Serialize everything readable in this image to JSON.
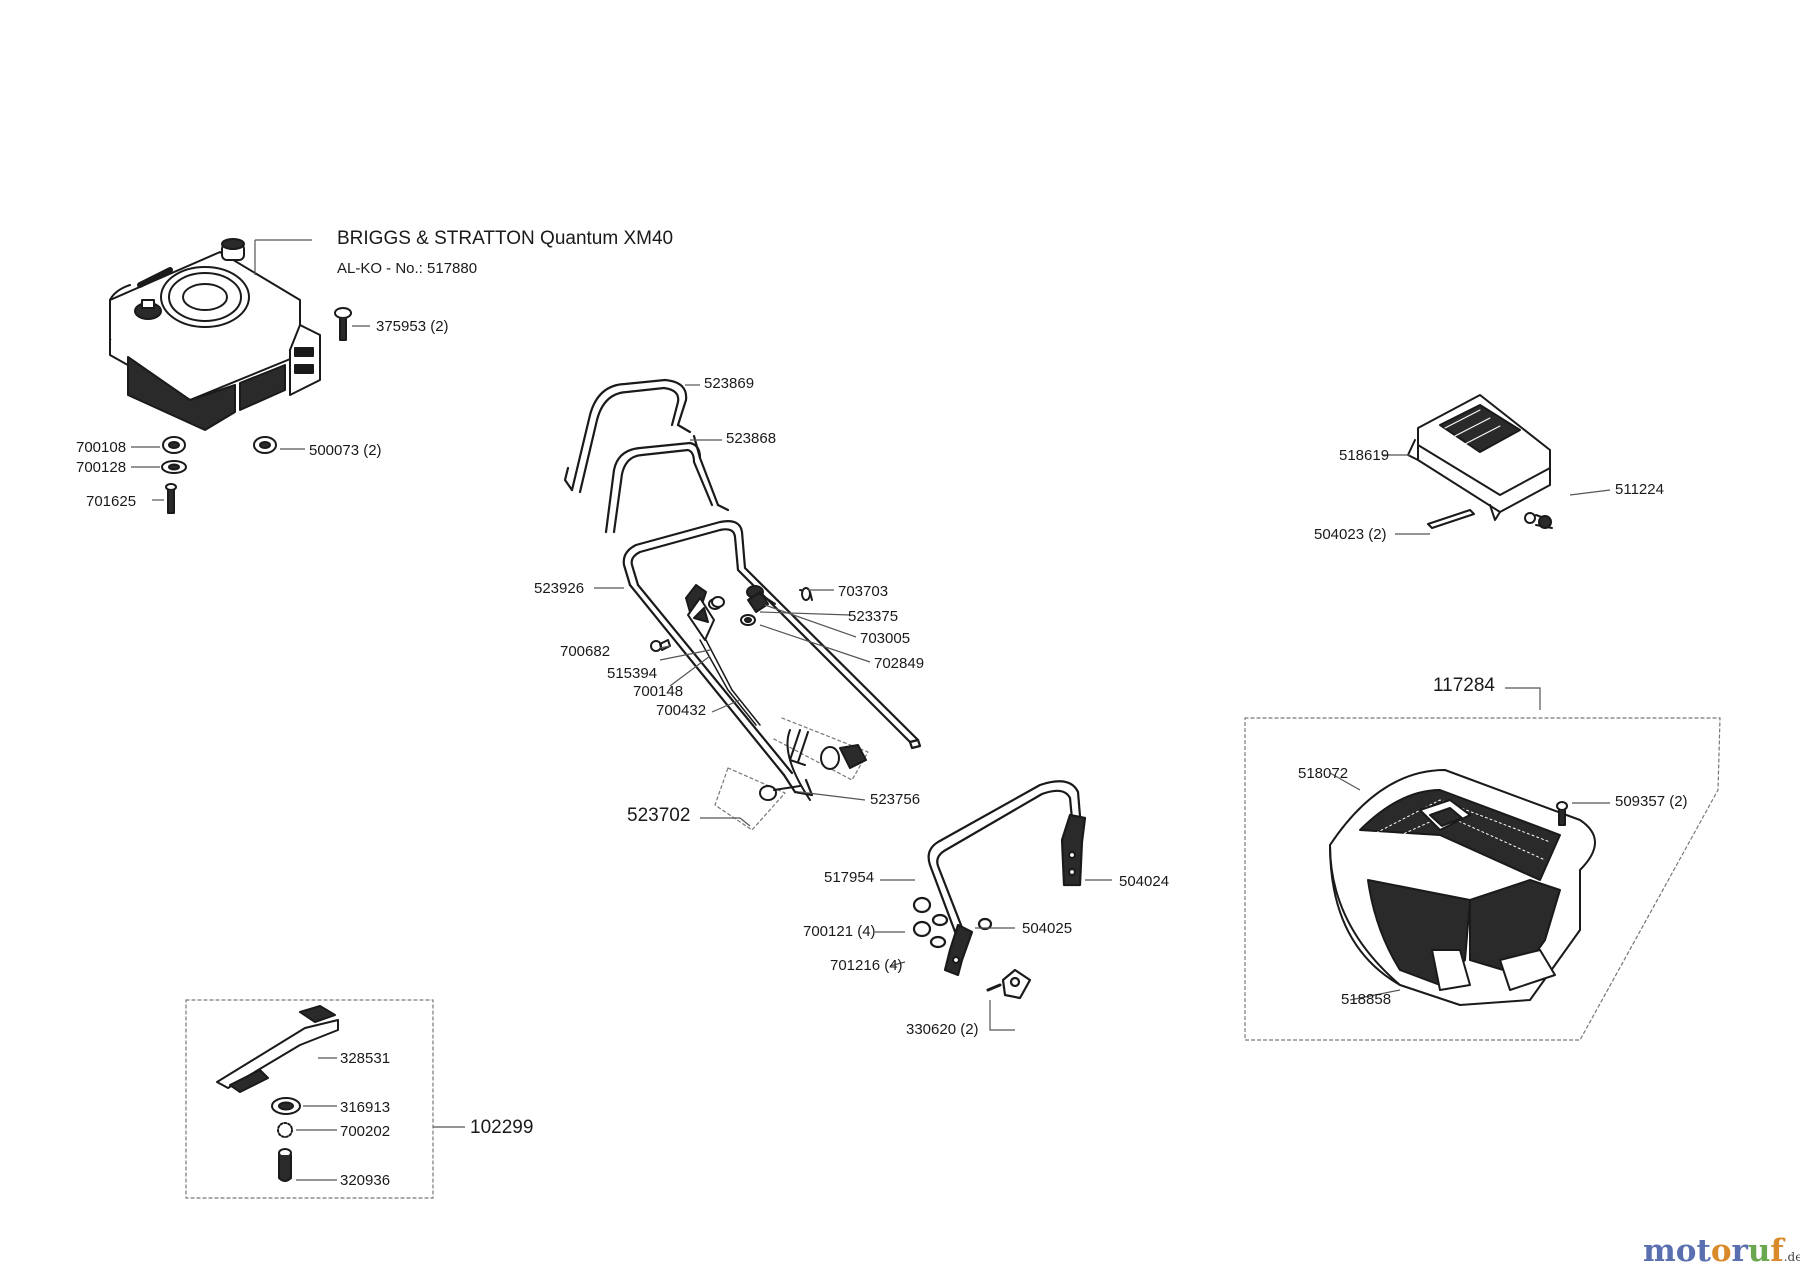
{
  "engine": {
    "title": "BRIGGS & STRATTON Quantum XM40",
    "subtitle": "AL-KO - No.: 517880"
  },
  "parts": [
    {
      "id": "p375953",
      "label": "375953 (2)"
    },
    {
      "id": "p700108",
      "label": "700108"
    },
    {
      "id": "p700128",
      "label": "700128"
    },
    {
      "id": "p701625",
      "label": "701625"
    },
    {
      "id": "p500073",
      "label": "500073 (2)"
    },
    {
      "id": "p523869",
      "label": "523869"
    },
    {
      "id": "p523868",
      "label": "523868"
    },
    {
      "id": "p523926",
      "label": "523926"
    },
    {
      "id": "p703703",
      "label": "703703"
    },
    {
      "id": "p523375",
      "label": "523375"
    },
    {
      "id": "p703005",
      "label": "703005"
    },
    {
      "id": "p700682",
      "label": "700682"
    },
    {
      "id": "p702849",
      "label": "702849"
    },
    {
      "id": "p515394",
      "label": "515394"
    },
    {
      "id": "p700148",
      "label": "700148"
    },
    {
      "id": "p700432",
      "label": "700432"
    },
    {
      "id": "p523756",
      "label": "523756"
    },
    {
      "id": "p523702",
      "label": "523702"
    },
    {
      "id": "p518619",
      "label": "518619"
    },
    {
      "id": "p511224",
      "label": "511224"
    },
    {
      "id": "p504023",
      "label": "504023 (2)"
    },
    {
      "id": "p117284",
      "label": "117284"
    },
    {
      "id": "p518072",
      "label": "518072"
    },
    {
      "id": "p509357",
      "label": "509357 (2)"
    },
    {
      "id": "p518858",
      "label": "518858"
    },
    {
      "id": "p517954",
      "label": "517954"
    },
    {
      "id": "p504024",
      "label": "504024"
    },
    {
      "id": "p700121",
      "label": "700121 (4)"
    },
    {
      "id": "p504025",
      "label": "504025"
    },
    {
      "id": "p701216",
      "label": "701216 (4)"
    },
    {
      "id": "p330620",
      "label": "330620 (2)"
    },
    {
      "id": "p328531",
      "label": "328531"
    },
    {
      "id": "p316913",
      "label": "316913"
    },
    {
      "id": "p700202",
      "label": "700202"
    },
    {
      "id": "p320936",
      "label": "320936"
    },
    {
      "id": "p102299",
      "label": "102299"
    }
  ],
  "watermark": {
    "m": "mot",
    "o": "o",
    "r": "r",
    "u": "u",
    "f": "f",
    "suffix": ".de"
  },
  "colors": {
    "line": "#1a1a1a",
    "leader": "#555555",
    "dashed": "#777777",
    "fill_dark": "#2a2a2a"
  }
}
